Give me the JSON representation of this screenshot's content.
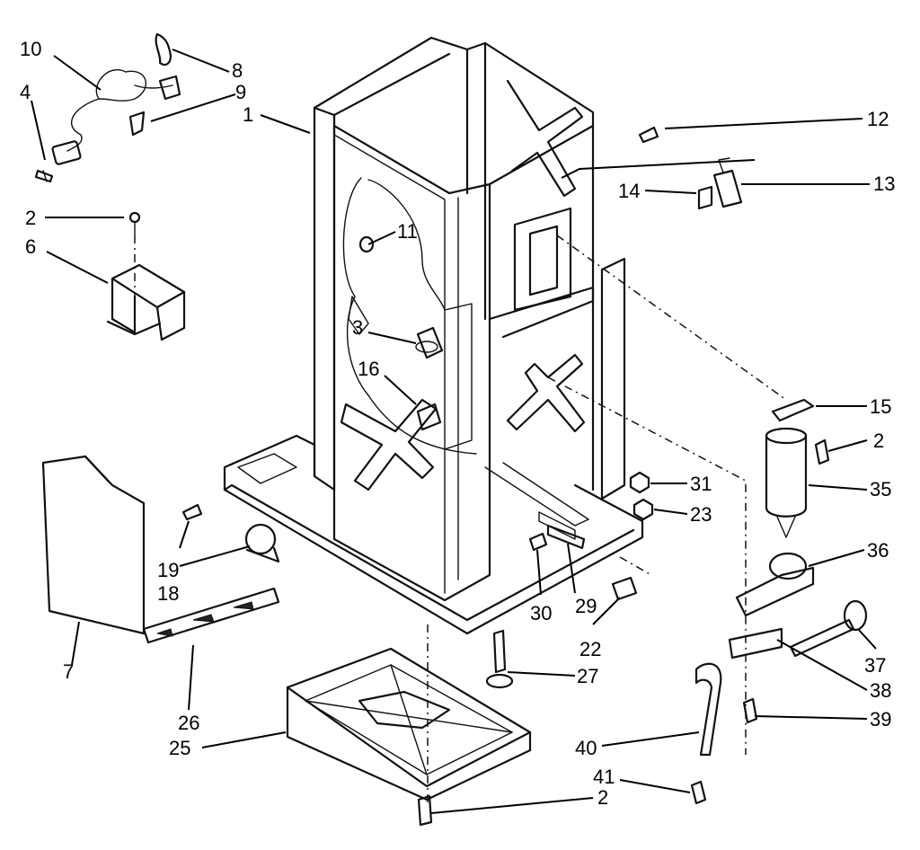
{
  "callouts": [
    {
      "id": "10",
      "text": "10"
    },
    {
      "id": "4",
      "text": "4"
    },
    {
      "id": "8",
      "text": "8"
    },
    {
      "id": "9",
      "text": "9"
    },
    {
      "id": "1",
      "text": "1"
    },
    {
      "id": "12",
      "text": "12"
    },
    {
      "id": "14",
      "text": "14"
    },
    {
      "id": "13",
      "text": "13"
    },
    {
      "id": "2a",
      "text": "2"
    },
    {
      "id": "11",
      "text": "11"
    },
    {
      "id": "6",
      "text": "6"
    },
    {
      "id": "3",
      "text": "3"
    },
    {
      "id": "16",
      "text": "16"
    },
    {
      "id": "15",
      "text": "15"
    },
    {
      "id": "2b",
      "text": "2"
    },
    {
      "id": "35",
      "text": "35"
    },
    {
      "id": "31",
      "text": "31"
    },
    {
      "id": "23",
      "text": "23"
    },
    {
      "id": "19",
      "text": "19"
    },
    {
      "id": "18",
      "text": "18"
    },
    {
      "id": "36",
      "text": "36"
    },
    {
      "id": "7",
      "text": "7"
    },
    {
      "id": "30",
      "text": "30"
    },
    {
      "id": "29",
      "text": "29"
    },
    {
      "id": "22",
      "text": "22"
    },
    {
      "id": "37",
      "text": "37"
    },
    {
      "id": "27",
      "text": "27"
    },
    {
      "id": "38",
      "text": "38"
    },
    {
      "id": "26",
      "text": "26"
    },
    {
      "id": "39",
      "text": "39"
    },
    {
      "id": "25",
      "text": "25"
    },
    {
      "id": "40",
      "text": "40"
    },
    {
      "id": "41",
      "text": "41"
    },
    {
      "id": "2c",
      "text": "2"
    }
  ]
}
